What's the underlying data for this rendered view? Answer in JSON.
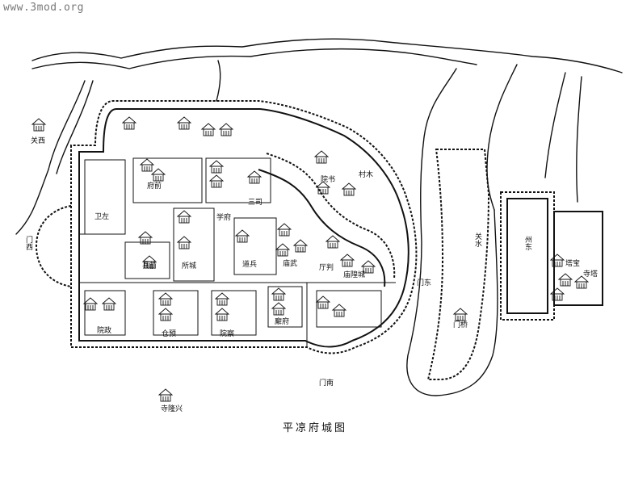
{
  "watermark": "www.3mod.org",
  "caption": "平凉府城图",
  "labels": {
    "west_gate": "门西",
    "west_pass": "关西",
    "east_gate": "门东",
    "south_gate": "门南",
    "bridge": "门桥",
    "government_office": "府前",
    "county_office": "县前",
    "left_garrison": "卫左",
    "military_office": "所城",
    "three_dept": "三司",
    "commander": "道兵",
    "commissioner": "院政",
    "examination": "院察",
    "hall": "廨府",
    "temple_chenghuang": "庙隍城",
    "temple_confucius": "学府",
    "academy": "院书",
    "village": "村木",
    "ancestral": "庙武",
    "inspector": "厅判",
    "tower": "塔宝",
    "pagoda": "寺塔",
    "prefecture": "州东",
    "temple_south": "寺隆兴",
    "store": "仓预",
    "water_gate": "关水"
  }
}
